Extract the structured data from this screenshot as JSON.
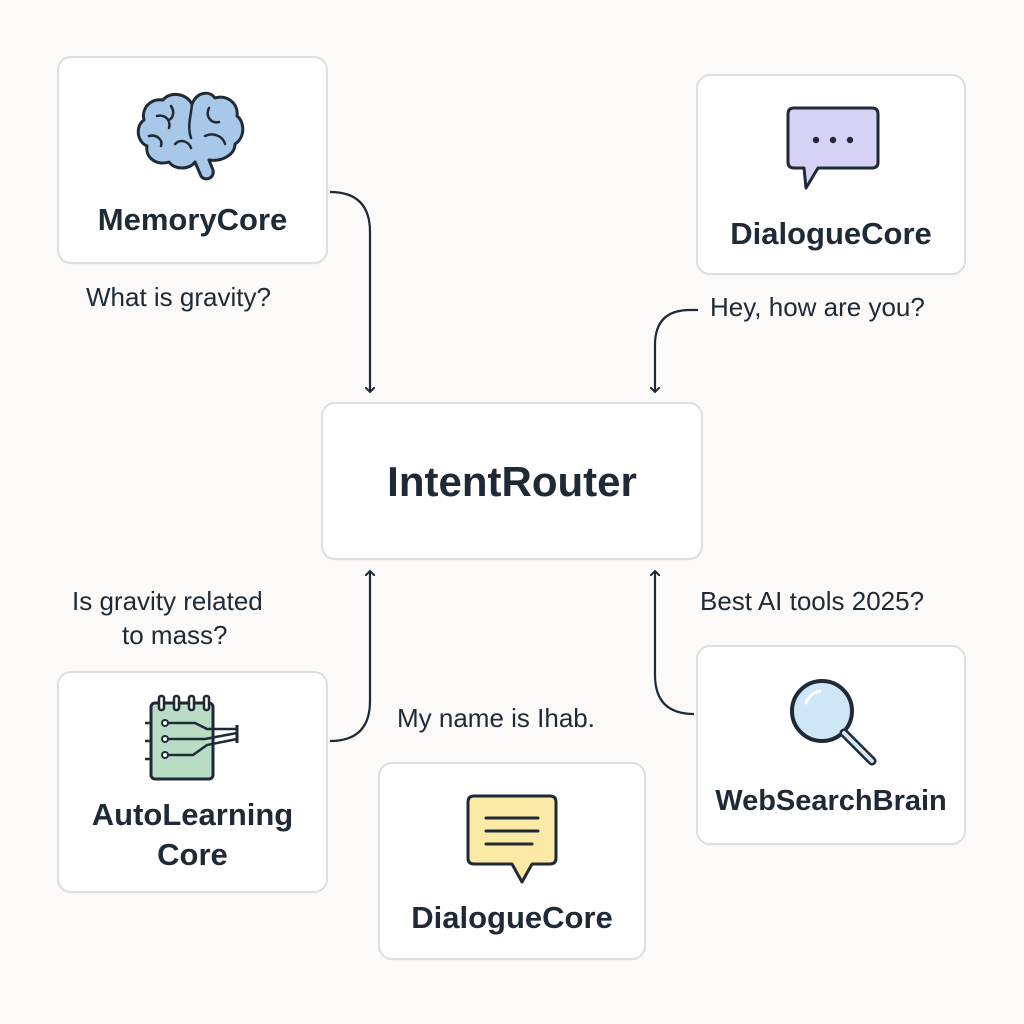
{
  "nodes": {
    "memory": {
      "label": "MemoryCore",
      "icon": "brain-icon"
    },
    "dialogue_top": {
      "label": "DialogueCore",
      "icon": "chat-bubble-dots-icon"
    },
    "router": {
      "label": "IntentRouter"
    },
    "autolearning": {
      "label_line1": "AutoLearning",
      "label_line2": "Core",
      "icon": "notebook-circuit-icon"
    },
    "dialogue_bottom": {
      "label": "DialogueCore",
      "icon": "chat-bubble-lines-icon"
    },
    "websearch": {
      "label": "WebSearchBrain",
      "icon": "magnifier-icon"
    }
  },
  "queries": {
    "memory": "What is gravity?",
    "dialogue_top": "Hey, how are you?",
    "autolearning_line1": "Is gravity related",
    "autolearning_line2": "to mass?",
    "dialogue_bottom": "My name is Ihab.",
    "websearch": "Best AI tools 2025?"
  },
  "colors": {
    "brain": "#a7c8e8",
    "chat_top": "#d6d2f5",
    "chat_bottom": "#fbe9a6",
    "notebook": "#b8dcc4",
    "magnifier": "#cfe6f6",
    "stroke": "#1f2a36",
    "border": "#dcdee2"
  }
}
